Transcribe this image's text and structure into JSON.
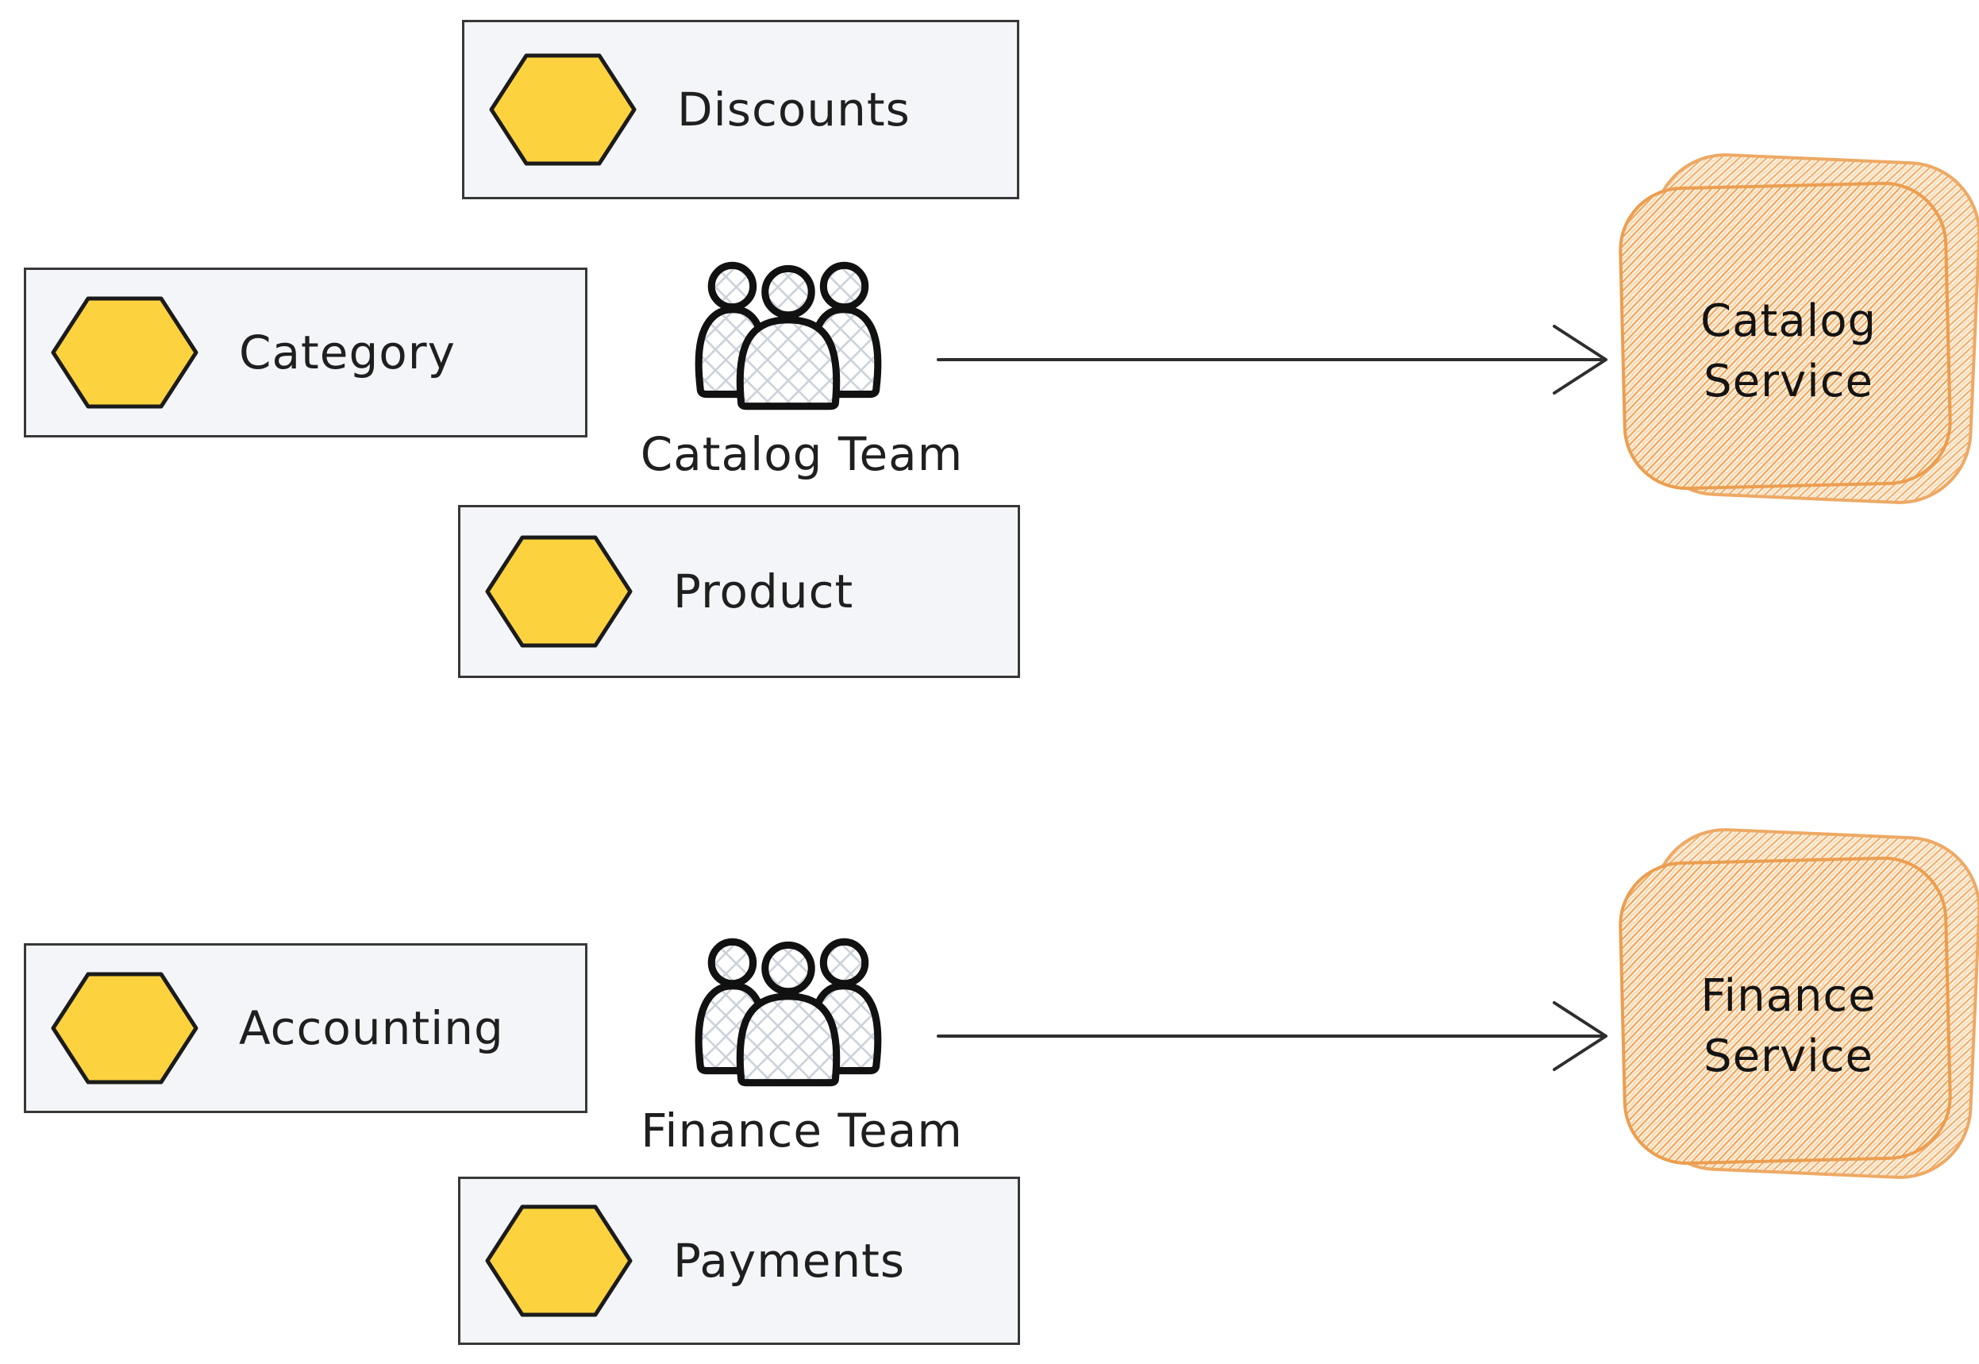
{
  "diagram": {
    "catalog": {
      "entities": {
        "discounts": "Discounts",
        "category": "Category",
        "product": "Product"
      },
      "team": "Catalog Team",
      "service": {
        "line1": "Catalog",
        "line2": "Service"
      }
    },
    "finance": {
      "entities": {
        "accounting": "Accounting",
        "payments": "Payments"
      },
      "team": "Finance Team",
      "service": {
        "line1": "Finance",
        "line2": "Service"
      }
    }
  },
  "icons": {
    "entity": "hexagon-icon",
    "team": "people-group-icon",
    "connector": "arrow-right-icon"
  },
  "colors": {
    "canvas_bg": "#ffffff",
    "entity_box_fill": "#f4f5f8",
    "entity_box_stroke": "#383838",
    "hexagon_fill": "#fcd23f",
    "hexagon_stroke": "#1b1b1b",
    "team_icon_stroke": "#111111",
    "team_icon_hatch": "#ccd2da",
    "service_hatch": "#f0a357",
    "service_stroke": "#eb9e50",
    "service_wash": "#fdf2e1",
    "arrow_stroke": "#2e2e2e",
    "label_text": "#1f1f1f"
  }
}
